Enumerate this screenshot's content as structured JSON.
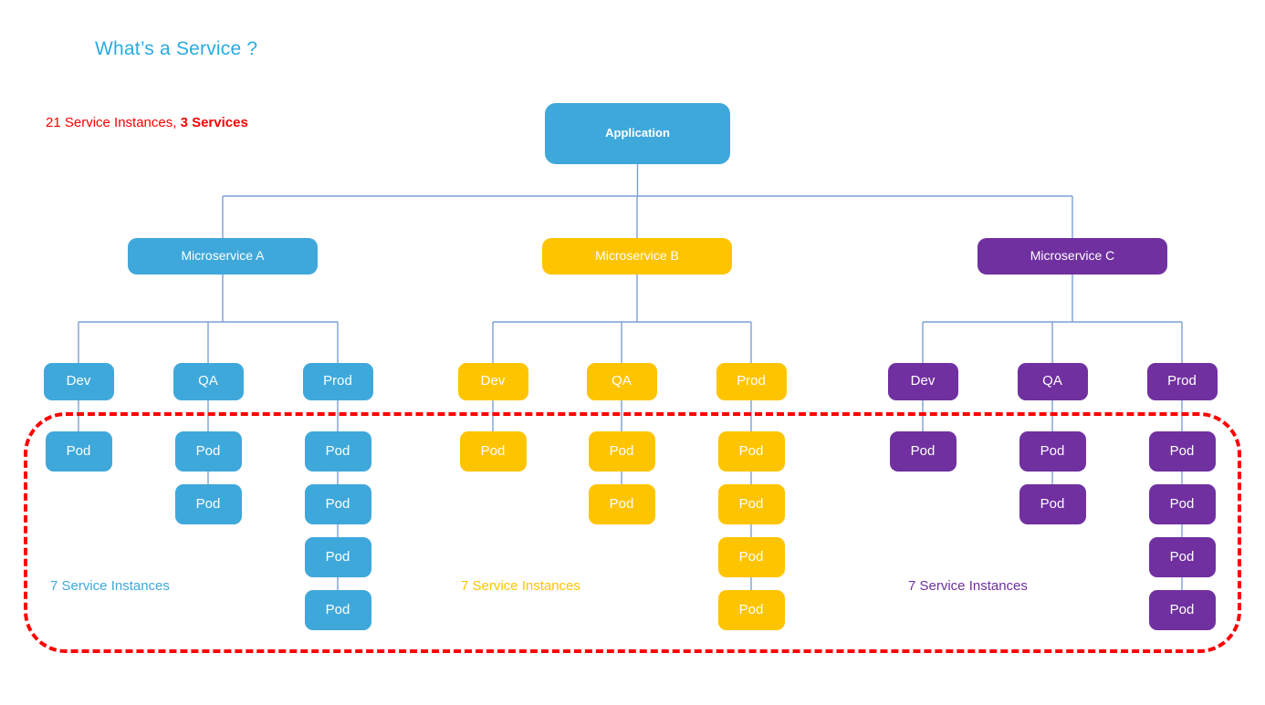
{
  "page": {
    "title": "What’s a Service ?",
    "summary_prefix": "21 Service Instances, ",
    "summary_strong": "3 Services",
    "title_color": "#29ABE2",
    "summary_color": "#FF0000",
    "boundary_color": "#FF0000",
    "wire_color": "#7C9FD4"
  },
  "application": {
    "label": "Application",
    "color": "#3FA8DB"
  },
  "columns": [
    {
      "service_label": "Microservice A",
      "color": "#3FA8DB",
      "instances_label": "7 Service Instances",
      "environments": [
        {
          "label": "Dev",
          "pods": [
            "Pod"
          ]
        },
        {
          "label": "QA",
          "pods": [
            "Pod",
            "Pod"
          ]
        },
        {
          "label": "Prod",
          "pods": [
            "Pod",
            "Pod",
            "Pod",
            "Pod"
          ]
        }
      ]
    },
    {
      "service_label": "Microservice B",
      "color": "#FFC400",
      "instances_label": "7 Service Instances",
      "environments": [
        {
          "label": "Dev",
          "pods": [
            "Pod"
          ]
        },
        {
          "label": "QA",
          "pods": [
            "Pod",
            "Pod"
          ]
        },
        {
          "label": "Prod",
          "pods": [
            "Pod",
            "Pod",
            "Pod",
            "Pod"
          ]
        }
      ]
    },
    {
      "service_label": "Microservice C",
      "color": "#7030A0",
      "instances_label": "7 Service Instances",
      "environments": [
        {
          "label": "Dev",
          "pods": [
            "Pod"
          ]
        },
        {
          "label": "QA",
          "pods": [
            "Pod",
            "Pod"
          ]
        },
        {
          "label": "Prod",
          "pods": [
            "Pod",
            "Pod",
            "Pod",
            "Pod"
          ]
        }
      ]
    }
  ]
}
